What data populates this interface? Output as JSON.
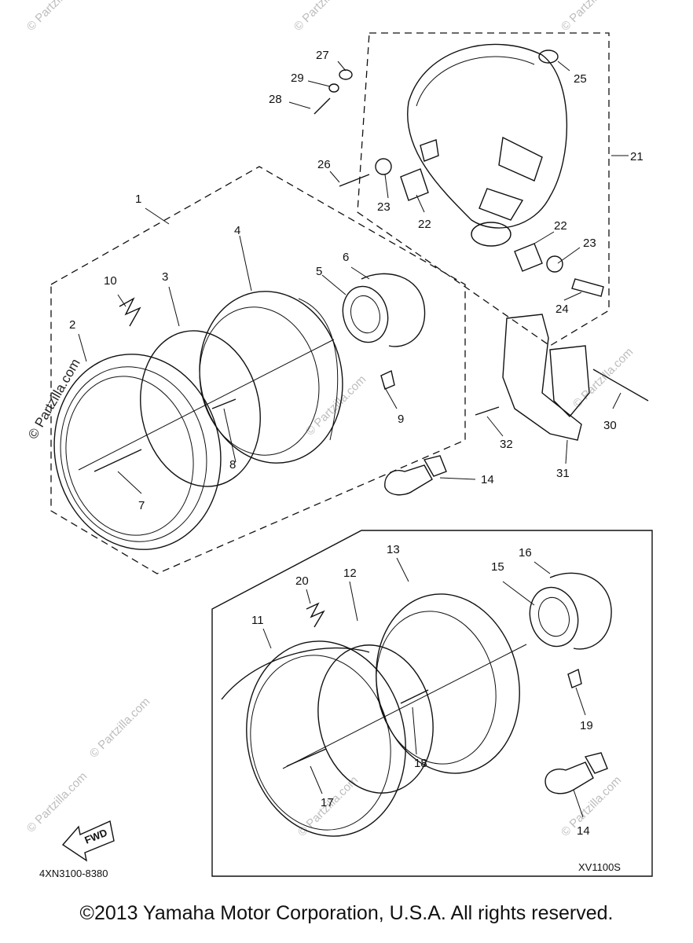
{
  "callouts": [
    {
      "id": "1",
      "text": "1"
    },
    {
      "id": "2",
      "text": "2"
    },
    {
      "id": "3",
      "text": "3"
    },
    {
      "id": "4",
      "text": "4"
    },
    {
      "id": "5",
      "text": "5"
    },
    {
      "id": "6",
      "text": "6"
    },
    {
      "id": "7",
      "text": "7"
    },
    {
      "id": "8",
      "text": "8"
    },
    {
      "id": "9",
      "text": "9"
    },
    {
      "id": "10",
      "text": "10"
    },
    {
      "id": "11",
      "text": "11"
    },
    {
      "id": "12",
      "text": "12"
    },
    {
      "id": "13",
      "text": "13"
    },
    {
      "id": "14a",
      "text": "14"
    },
    {
      "id": "14b",
      "text": "14"
    },
    {
      "id": "15",
      "text": "15"
    },
    {
      "id": "16",
      "text": "16"
    },
    {
      "id": "17",
      "text": "17"
    },
    {
      "id": "18",
      "text": "18"
    },
    {
      "id": "19",
      "text": "19"
    },
    {
      "id": "20",
      "text": "20"
    },
    {
      "id": "21",
      "text": "21"
    },
    {
      "id": "22a",
      "text": "22"
    },
    {
      "id": "22b",
      "text": "22"
    },
    {
      "id": "23a",
      "text": "23"
    },
    {
      "id": "23b",
      "text": "23"
    },
    {
      "id": "24",
      "text": "24"
    },
    {
      "id": "25",
      "text": "25"
    },
    {
      "id": "26",
      "text": "26"
    },
    {
      "id": "27",
      "text": "27"
    },
    {
      "id": "28",
      "text": "28"
    },
    {
      "id": "29",
      "text": "29"
    },
    {
      "id": "30",
      "text": "30"
    },
    {
      "id": "31",
      "text": "31"
    },
    {
      "id": "32",
      "text": "32"
    }
  ],
  "fwd_label": "FWD",
  "diagram_code": "4XN3100-8380",
  "model_label": "XV1100S",
  "watermark": "© Partzilla.com",
  "copyright": "©2013 Yamaha Motor Corporation, U.S.A. All rights reserved."
}
